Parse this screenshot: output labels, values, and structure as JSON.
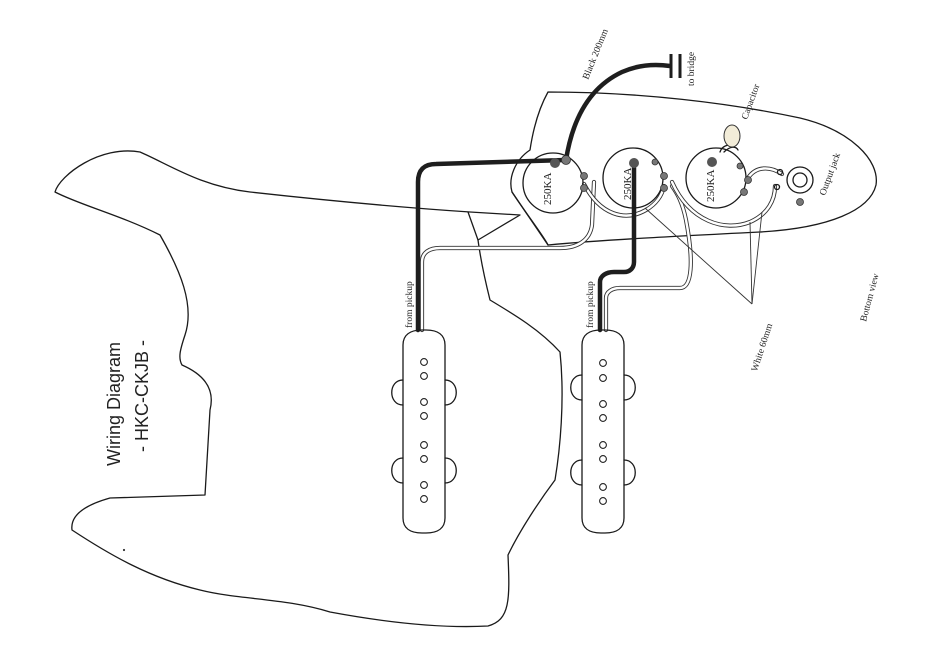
{
  "title": {
    "line1": "Wiring Diagram",
    "line2": "- HKC-CKJB -"
  },
  "labels": {
    "black_wire": "Black 200mm",
    "to_bridge": "to bridge",
    "capacitor": "Capacitor",
    "output_jack": "Output jack",
    "bottom_view": "Bottom view",
    "white_wire": "White 60mm",
    "from_pickup_neck": "from pickup",
    "from_pickup_bridge": "from pickup"
  },
  "pots": [
    {
      "label": "250KA"
    },
    {
      "label": "250KA"
    },
    {
      "label": "250KA"
    }
  ],
  "colors": {
    "line": "#1a1a1a",
    "black_wire": "#1e1e1e",
    "white_wire": "#ffffff",
    "capacitor": "#f2ecd8"
  }
}
